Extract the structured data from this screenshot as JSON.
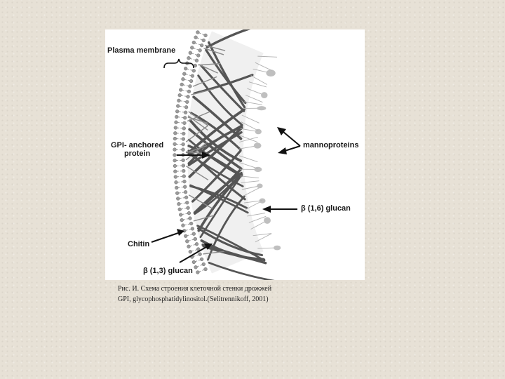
{
  "labels": {
    "plasma_membrane": "Plasma membrane",
    "gpi_anchored_protein": [
      "GPI- anchored",
      "protein"
    ],
    "mannoproteins": "mannoproteins",
    "beta16_glucan": "β (1,6) glucan",
    "chitin": "Chitin",
    "beta13_glucan": "β (1,3) glucan"
  },
  "caption": {
    "line1": "Рис. И. Схема строения клеточной стенки дрожжей",
    "line2": "GPI, glycophosphatidylinositol.(Selitrennikoff, 2001)"
  },
  "colors": {
    "background": "#e7e1d6",
    "panel": "#ffffff",
    "fibers": "#555555",
    "lipid_heads": "#9a9a9a",
    "mannoproteins": "#bfbfbf"
  }
}
